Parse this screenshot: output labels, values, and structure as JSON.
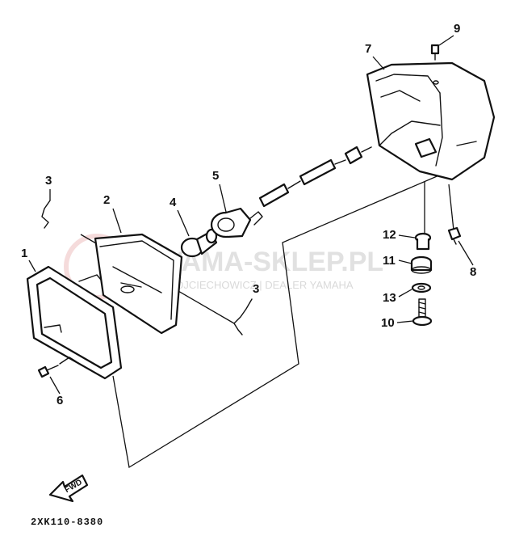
{
  "part_labels": {
    "p1": "1",
    "p2": "2",
    "p3a": "3",
    "p3b": "3",
    "p4": "4",
    "p5": "5",
    "p6": "6",
    "p7": "7",
    "p8": "8",
    "p9": "9",
    "p10": "10",
    "p11": "11",
    "p12": "12",
    "p13": "13"
  },
  "watermark": {
    "brand": "YAMA-SKLEP.PL",
    "tagline": "WOJCIECHOWICZ | DEALER YAMAHA"
  },
  "fwd_label": "FWD",
  "diagram_code": "2XK110-8380"
}
